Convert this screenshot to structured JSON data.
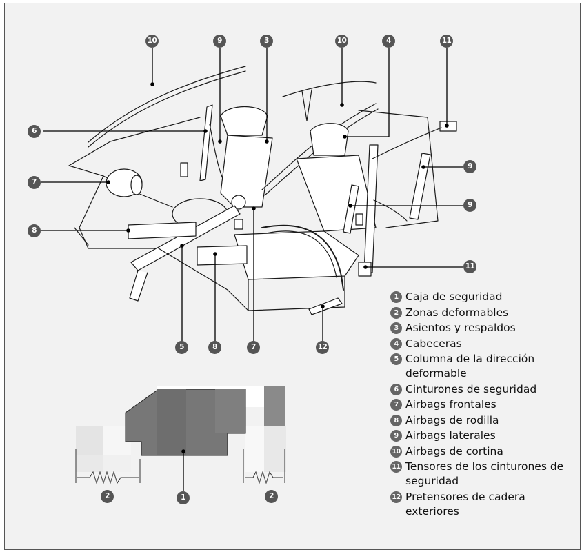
{
  "colors": {
    "panel_bg": "#f2f2f2",
    "badge": "#555555",
    "line": "#000000",
    "body_dark": "#7a7a7a"
  },
  "callouts": {
    "a_pillar_left": "10",
    "belt_pillar": "9",
    "seat_center": "3",
    "roof_right": "10",
    "headrest": "4",
    "pretensioner_top": "11",
    "belt_left": "6",
    "side_airbag_right": "9",
    "front_airbag_passenger": "7",
    "side_airbag_center": "9",
    "knee_airbag_left": "8",
    "pretensioner_bottom": "11",
    "steering_column": "5",
    "knee_airbag_bottom": "8",
    "front_airbag_bottom": "7",
    "hip_pretensioner": "12",
    "crush_zone_left": "2",
    "safety_cage": "1",
    "crush_zone_right": "2"
  },
  "legend": [
    {
      "num": "1",
      "label": "Caja de seguridad"
    },
    {
      "num": "2",
      "label": "Zonas deformables"
    },
    {
      "num": "3",
      "label": "Asientos y respaldos"
    },
    {
      "num": "4",
      "label": "Cabeceras"
    },
    {
      "num": "5",
      "label": "Columna de la dirección deformable"
    },
    {
      "num": "6",
      "label": "Cinturones de seguridad"
    },
    {
      "num": "7",
      "label": "Airbags frontales"
    },
    {
      "num": "8",
      "label": "Airbags de rodilla"
    },
    {
      "num": "9",
      "label": "Airbags laterales"
    },
    {
      "num": "10",
      "label": "Airbags de cortina"
    },
    {
      "num": "11",
      "label": "Tensores de los cinturones de seguridad"
    },
    {
      "num": "12",
      "label": "Pretensores de cadera exteriores"
    }
  ]
}
